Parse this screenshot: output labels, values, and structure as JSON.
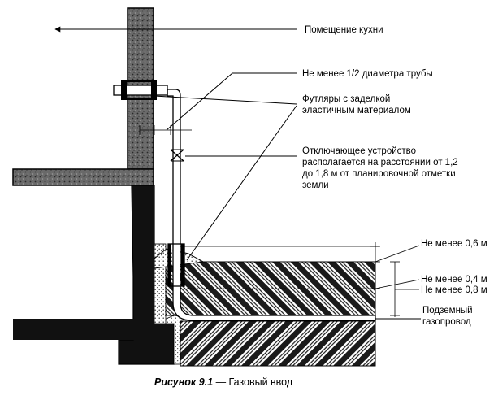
{
  "labels": {
    "kitchen": "Помещение кухни",
    "half_diameter": "Не менее 1/2 диаметра трубы",
    "sleeves_line1": "Футляры с заделкой",
    "sleeves_line2": "эластичным материалом",
    "shutoff_line1": "Отключающее устройство",
    "shutoff_line2": "располагается на расстоянии от 1,2",
    "shutoff_line3": "до 1,8 м от планировочной отметки",
    "shutoff_line4": "земли",
    "min_06": "Не менее 0,6 м",
    "min_04": "Не менее 0,4 м",
    "min_08": "Не менее 0,8 м",
    "underground_line1": "Подземный",
    "underground_line2": "газопровод"
  },
  "caption": {
    "figure": "Рисунок 9.1",
    "title": " — Газовый ввод"
  }
}
